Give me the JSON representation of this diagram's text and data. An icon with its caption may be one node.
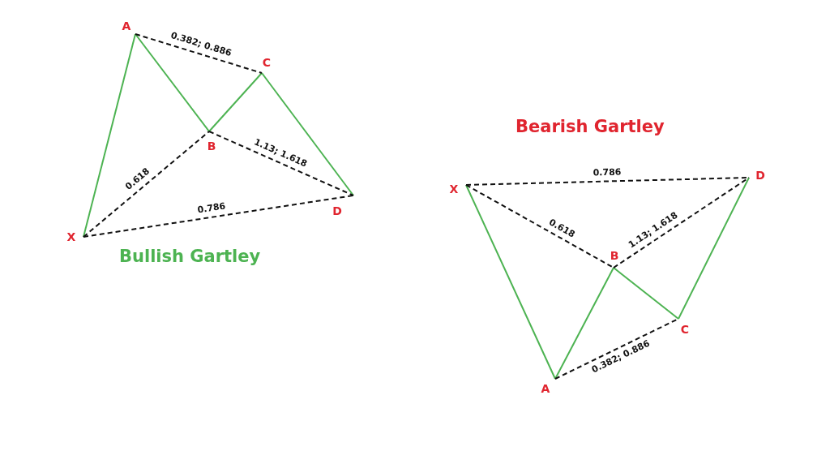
{
  "diagram": {
    "nodes": [
      {
        "text": [
          "X"
        ]
      },
      {
        "text": [
          "A"
        ]
      },
      {
        "text": [
          "B"
        ]
      },
      {
        "text": [
          "C"
        ]
      },
      {
        "text": [
          "D"
        ]
      },
      {
        "text": [
          "X"
        ]
      },
      {
        "text": [
          "A"
        ]
      },
      {
        "text": [
          "B"
        ]
      },
      {
        "text": [
          "C"
        ]
      },
      {
        "text": [
          "D"
        ]
      }
    ],
    "edges": [
      {
        "from": 0,
        "to": 1,
        "arrow": "none",
        "color": "#4db352"
      },
      {
        "from": 1,
        "to": 2,
        "arrow": "none",
        "color": "#4db352"
      },
      {
        "from": 2,
        "to": 3,
        "arrow": "none",
        "color": "#4db352"
      },
      {
        "from": 3,
        "to": 4,
        "arrow": "none",
        "color": "#4db352"
      },
      {
        "from": 1,
        "to": 3,
        "arrow": "none",
        "label": "0.382; 0.886",
        "style": "dashed",
        "color": "#111111"
      },
      {
        "from": 0,
        "to": 2,
        "arrow": "none",
        "label": "0.618",
        "style": "dashed",
        "color": "#111111"
      },
      {
        "from": 2,
        "to": 4,
        "arrow": "none",
        "label": "1.13; 1.618",
        "style": "dashed",
        "color": "#111111"
      },
      {
        "from": 0,
        "to": 4,
        "arrow": "none",
        "label": "0.786",
        "style": "dashed",
        "color": "#111111"
      },
      {
        "from": 5,
        "to": 6,
        "arrow": "none",
        "color": "#4db352"
      },
      {
        "from": 6,
        "to": 7,
        "arrow": "none",
        "color": "#4db352"
      },
      {
        "from": 7,
        "to": 8,
        "arrow": "none",
        "color": "#4db352"
      },
      {
        "from": 8,
        "to": 9,
        "arrow": "none",
        "color": "#4db352"
      },
      {
        "from": 5,
        "to": 9,
        "arrow": "none",
        "label": "0.786",
        "style": "dashed",
        "color": "#111111"
      },
      {
        "from": 5,
        "to": 7,
        "arrow": "none",
        "label": "0.618",
        "style": "dashed",
        "color": "#111111"
      },
      {
        "from": 7,
        "to": 9,
        "arrow": "none",
        "label": "1.13; 1.618",
        "style": "dashed",
        "color": "#111111"
      },
      {
        "from": 6,
        "to": 8,
        "arrow": "none",
        "label": "0.382; 0.886",
        "style": "dashed",
        "color": "#111111"
      }
    ],
    "labels": [
      "Bullish Gartley",
      "Bearish Gartley"
    ]
  }
}
